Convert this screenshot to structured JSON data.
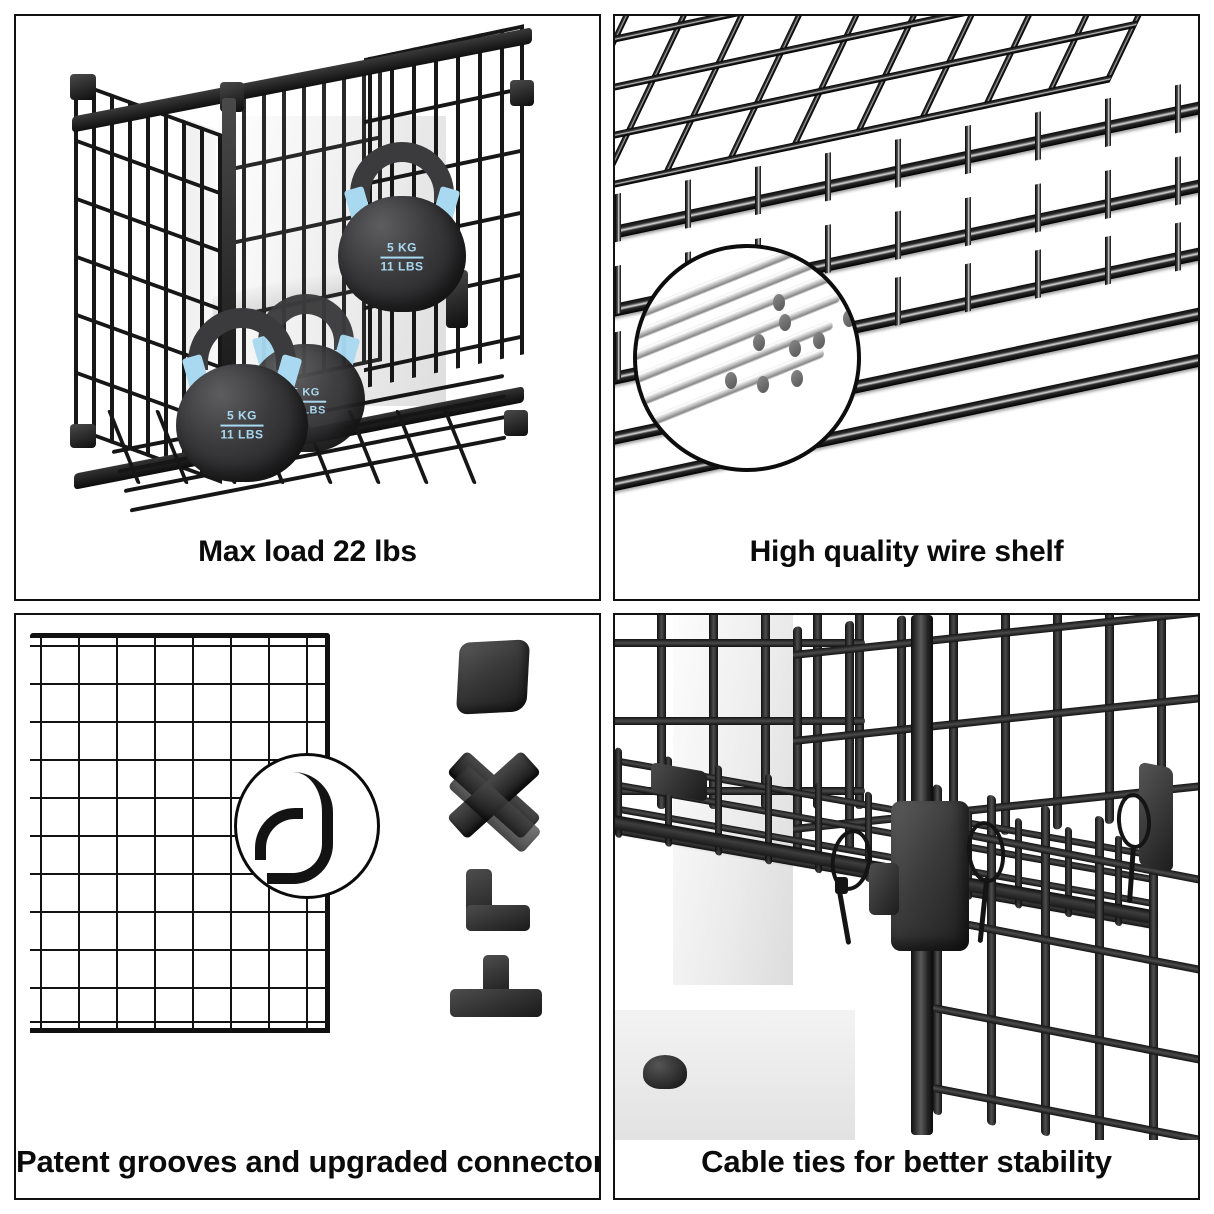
{
  "document": {
    "type": "product-feature-infographic",
    "layout": "2x2-grid",
    "background_color": "#ffffff",
    "border_color": "#111111",
    "caption_color": "#0b0b0b"
  },
  "panels": [
    {
      "id": "max-load",
      "position": "top-left",
      "caption": "Max load 22 lbs",
      "subject": "wire-cube-storage-organizer-with-kettlebells",
      "colors": {
        "frame": "#171717",
        "shelf": "#efefef",
        "accent": "#a9d9f0"
      },
      "weights": [
        {
          "kg": "5 KG",
          "lbs": "11 LBS",
          "placement": "upper-shelf"
        },
        {
          "kg": "5 KG",
          "lbs": "11 LBS",
          "placement": "lower-shelf-front"
        },
        {
          "kg": "5 KG",
          "lbs": "11 LBS",
          "placement": "lower-shelf-back"
        }
      ]
    },
    {
      "id": "wire-shelf",
      "position": "top-right",
      "caption": "High quality wire shelf",
      "subject": "stacked-black-wire-shelf-panels",
      "inset": {
        "shape": "circle",
        "label": "steel-rod-bundle",
        "rod_count": 9,
        "rod_color": "#d0d0d0"
      },
      "colors": {
        "wire": "#0d0d0d",
        "highlight": "#d9d9d9"
      }
    },
    {
      "id": "patent-grooves",
      "position": "bottom-left",
      "caption": "Patent grooves and upgraded connector",
      "subject": "wire-mesh-panel-with-groove-detail-and-connectors",
      "inset": {
        "shape": "circle",
        "label": "s-shaped-patent-groove"
      },
      "connectors": [
        {
          "name": "end-cap-connector",
          "shape": "cap"
        },
        {
          "name": "cross-connector",
          "shape": "x"
        },
        {
          "name": "corner-connector",
          "shape": "l"
        },
        {
          "name": "tee-connector",
          "shape": "t"
        }
      ],
      "colors": {
        "mesh": "#131313",
        "connector": "#1a1a1a"
      }
    },
    {
      "id": "cable-ties",
      "position": "bottom-right",
      "caption": "Cable ties for better stability",
      "subject": "shelf-corner-closeup-with-cable-ties",
      "colors": {
        "frame": "#111111",
        "connector": "#3b3b3b",
        "tie": "#141414"
      }
    }
  ]
}
